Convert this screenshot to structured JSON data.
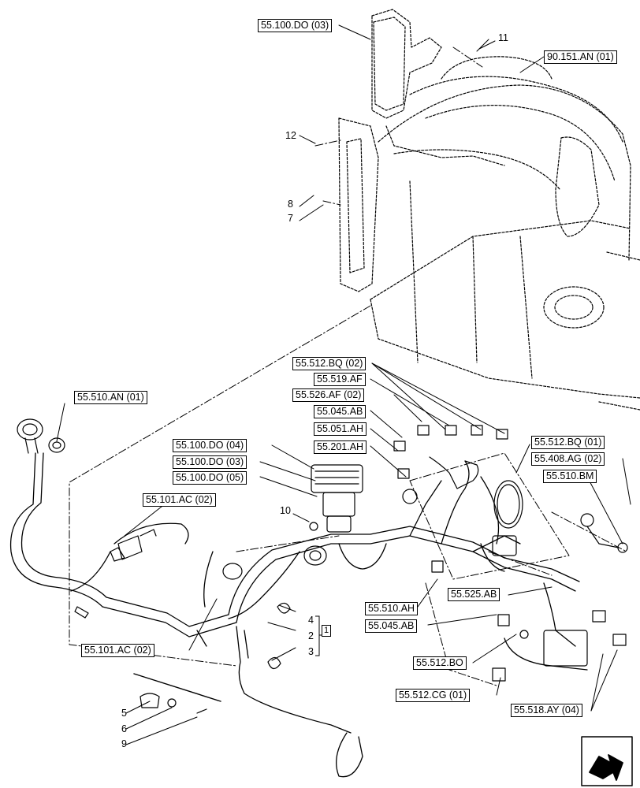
{
  "callouts": {
    "c1": "55.100.DO (03)",
    "c2": "90.151.AN (01)",
    "c3": "55.512.BQ (02)",
    "c4": "55.519.AF",
    "c5": "55.526.AF (02)",
    "c6": "55.045.AB",
    "c7": "55.051.AH",
    "c8": "55.201.AH",
    "c9": "55.510.AN (01)",
    "c10": "55.100.DO (04)",
    "c11": "55.100.DO (03)",
    "c12": "55.100.DO (05)",
    "c13": "55.101.AC (02)",
    "c14": "55.512.BQ (01)",
    "c15": "55.408.AG (02)",
    "c16": "55.510.BM",
    "c17": "55.525.AB",
    "c18": "55.510.AH",
    "c19": "55.045.AB",
    "c20": "55.101.AC (02)",
    "c21": "55.512.BO",
    "c22": "55.512.CG (01)",
    "c23": "55.518.AY (04)"
  },
  "items": {
    "n11": "11",
    "n12": "12",
    "n8": "8",
    "n7": "7",
    "n10": "10",
    "n4": "4",
    "n2": "2",
    "n3": "3",
    "n5": "5",
    "n6": "6",
    "n9": "9",
    "group": "1"
  }
}
